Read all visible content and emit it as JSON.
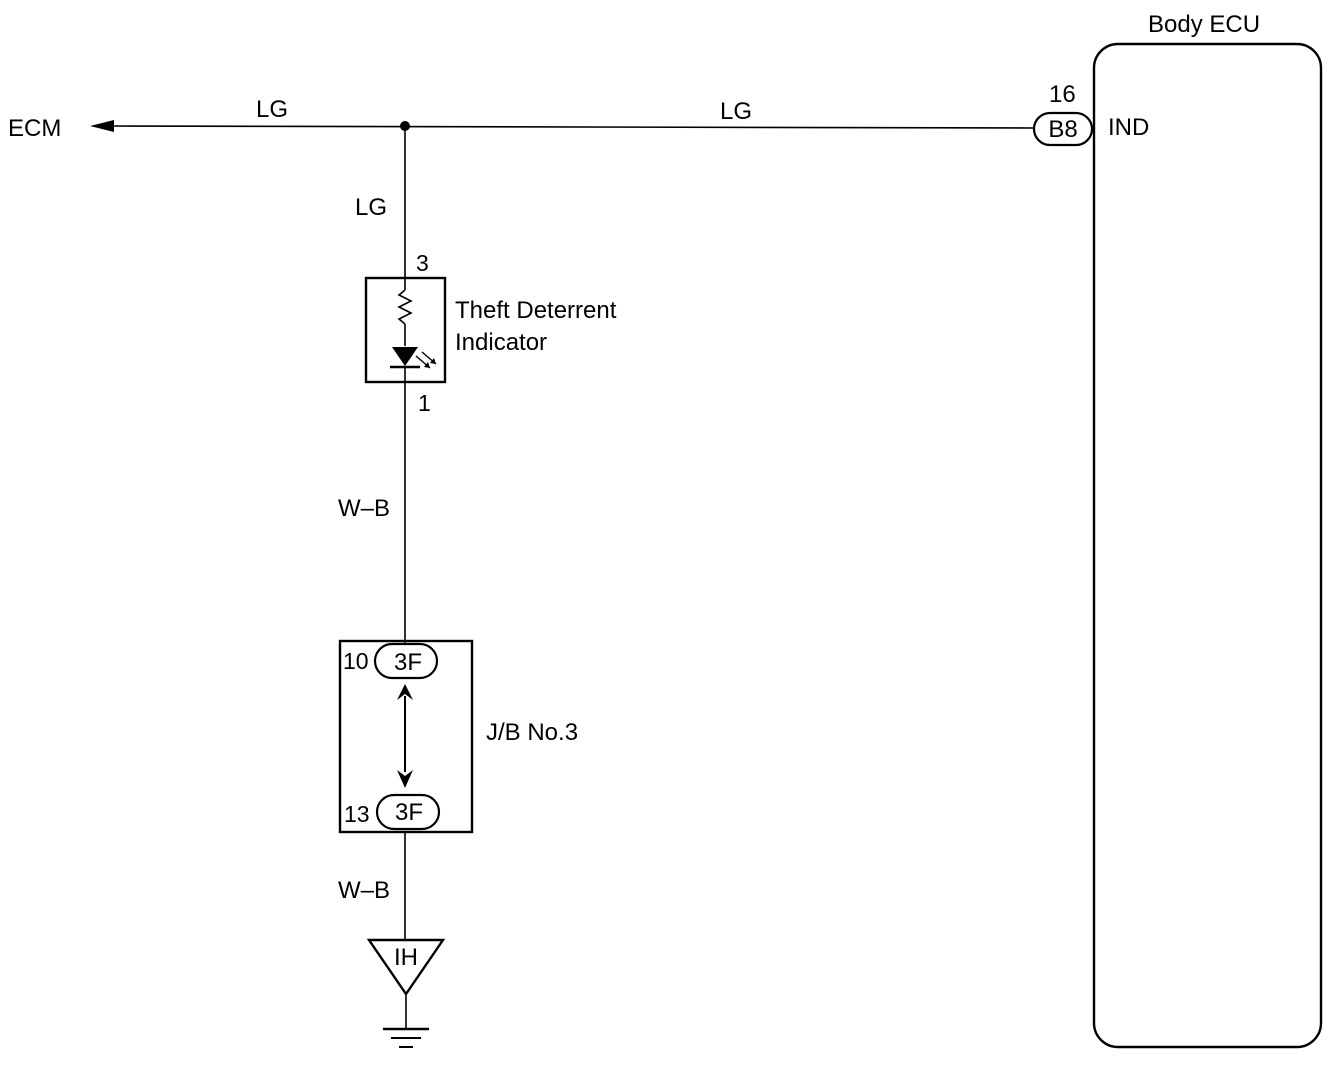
{
  "ecm_label": "ECM",
  "body_ecu": {
    "title": "Body ECU",
    "terminal_number": "16",
    "connector": "B8",
    "terminal_name": "IND"
  },
  "wires": {
    "left_top": "LG",
    "right_top": "LG",
    "vertical_top": "LG",
    "vertical_mid": "W–B",
    "vertical_bottom": "W–B"
  },
  "indicator": {
    "line1": "Theft Deterrent",
    "line2": "Indicator",
    "pin_top": "3",
    "pin_bottom": "1"
  },
  "junction_block": {
    "label": "J/B No.3",
    "top_pin": "10",
    "top_connector": "3F",
    "bottom_pin": "13",
    "bottom_connector": "3F"
  },
  "ground": {
    "label": "IH"
  }
}
